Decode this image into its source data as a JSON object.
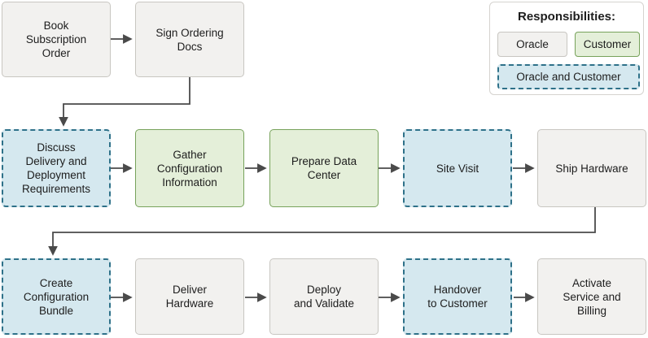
{
  "legend": {
    "title": "Responsibilities:",
    "items": [
      {
        "label": "Oracle",
        "fill": "#f2f1ef",
        "border": "#c8c6c1",
        "border_style": "solid"
      },
      {
        "label": "Customer",
        "fill": "#e4efd9",
        "border": "#77a25b",
        "border_style": "solid"
      },
      {
        "label": "Oracle and Customer",
        "fill": "#d5e8ef",
        "border": "#2e7189",
        "border_style": "dashed"
      }
    ]
  },
  "steps": [
    {
      "label": "Book\nSubscription\nOrder",
      "responsibility": "Oracle"
    },
    {
      "label": "Sign Ordering\nDocs",
      "responsibility": "Oracle"
    },
    {
      "label": "Discuss\nDelivery and\nDeployment\nRequirements",
      "responsibility": "Oracle and Customer"
    },
    {
      "label": "Gather\nConfiguration\nInformation",
      "responsibility": "Customer"
    },
    {
      "label": "Prepare Data\nCenter",
      "responsibility": "Customer"
    },
    {
      "label": "Site Visit",
      "responsibility": "Oracle and Customer"
    },
    {
      "label": "Ship Hardware",
      "responsibility": "Oracle"
    },
    {
      "label": "Create\nConfiguration\nBundle",
      "responsibility": "Oracle and Customer"
    },
    {
      "label": "Deliver\nHardware",
      "responsibility": "Oracle"
    },
    {
      "label": "Deploy\nand Validate",
      "responsibility": "Oracle"
    },
    {
      "label": "Handover\nto Customer",
      "responsibility": "Oracle and Customer"
    },
    {
      "label": "Activate\nService and\nBilling",
      "responsibility": "Oracle"
    }
  ],
  "colors": {
    "oracle_fill": "#f2f1ef",
    "oracle_border": "#c8c6c1",
    "customer_fill": "#e4efd9",
    "customer_border": "#77a25b",
    "both_fill": "#d5e8ef",
    "both_border": "#2e7189",
    "connector": "#4a4a4a",
    "text": "#1d1d1d"
  }
}
